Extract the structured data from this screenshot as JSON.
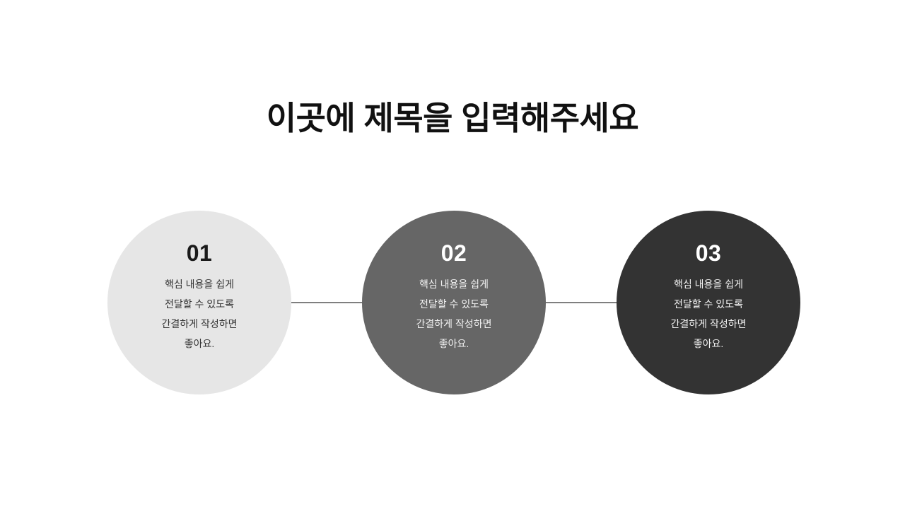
{
  "slide": {
    "background_color": "#ffffff",
    "title": "이곳에 제목을 입력해주세요",
    "title_color": "#111111"
  },
  "diagram": {
    "type": "three-step-circle-process",
    "connector_color": "#7f7f7f",
    "nodes": [
      {
        "number": "01",
        "body": "핵심 내용을 쉽게\n전달할 수 있도록\n간결하게 작성하면\n좋아요.",
        "fill_color": "#e6e6e6",
        "number_color": "#1a1a1a",
        "text_color": "#333333"
      },
      {
        "number": "02",
        "body": "핵심 내용을 쉽게\n전달할 수 있도록\n간결하게 작성하면\n좋아요.",
        "fill_color": "#666666",
        "number_color": "#ffffff",
        "text_color": "#f2f2f2"
      },
      {
        "number": "03",
        "body": "핵심 내용을 쉽게\n전달할 수 있도록\n간결하게 작성하면\n좋아요.",
        "fill_color": "#333333",
        "number_color": "#ffffff",
        "text_color": "#f2f2f2"
      }
    ]
  }
}
